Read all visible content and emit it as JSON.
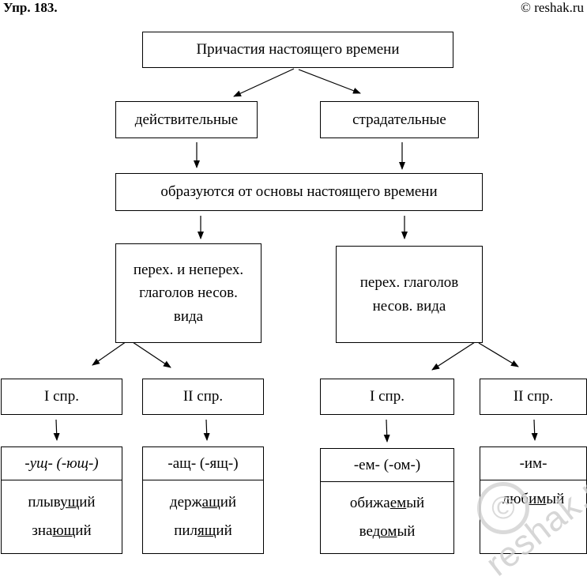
{
  "header": {
    "exercise": "Упр. 183.",
    "copyright": "© reshak.ru"
  },
  "root": "Причастия настоящего времени",
  "types": {
    "active": "действительные",
    "passive": "страдательные"
  },
  "formation": "образуются от основы настоящего времени",
  "stems": {
    "active": [
      "перех. и неперех.",
      "глаголов несов.",
      "вида"
    ],
    "passive": [
      "перех. глаголов",
      "несов. вида"
    ]
  },
  "conjugations": {
    "first": "I спр.",
    "second": "II спр."
  },
  "suffixes": {
    "active_first": "-ущ- (-ющ-)",
    "active_second": "-ащ- (-ящ-)",
    "passive_first": "-ем- (-ом-)",
    "passive_second": "-им-"
  },
  "examples": {
    "active_first": [
      {
        "pre": "плыв",
        "u": "ущ",
        "post": "ий"
      },
      {
        "pre": "зна",
        "u": "ющ",
        "post": "ий"
      }
    ],
    "active_second": [
      {
        "pre": "держ",
        "u": "ащ",
        "post": "ий"
      },
      {
        "pre": "пил",
        "u": "ящ",
        "post": "ий"
      }
    ],
    "passive_first": [
      {
        "pre": "обижа",
        "u": "ем",
        "post": "ый"
      },
      {
        "pre": "вед",
        "u": "ом",
        "post": "ый"
      }
    ],
    "passive_second": [
      {
        "pre": "люб",
        "u": "им",
        "post": "ый"
      }
    ]
  },
  "watermark": "reshak.ru"
}
